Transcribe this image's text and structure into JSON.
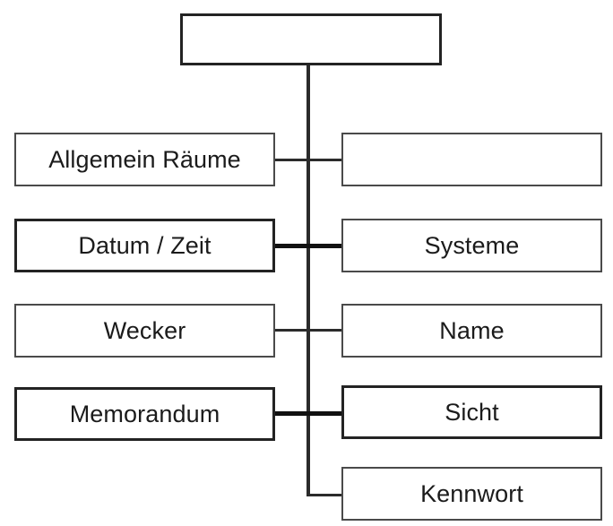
{
  "diagram": {
    "type": "tree-hierarchy",
    "title": "",
    "background_color": "#ffffff",
    "line_color": "#2b2b2b",
    "box_border_color": "#3a3a3a",
    "box_fill_color": "#ffffff",
    "text_color": "#1b1b1b",
    "root": {
      "label": "",
      "name": "root-node"
    },
    "left_column": [
      {
        "label": "Allgemein Räume",
        "name": "node-allgemein-raeume",
        "emphasis": "normal"
      },
      {
        "label": "Datum / Zeit",
        "name": "node-datum-zeit",
        "emphasis": "bold"
      },
      {
        "label": "Wecker",
        "name": "node-wecker",
        "emphasis": "normal"
      },
      {
        "label": "Memorandum",
        "name": "node-memorandum",
        "emphasis": "normal"
      }
    ],
    "right_column": [
      {
        "label": "",
        "name": "node-right-empty",
        "emphasis": "normal"
      },
      {
        "label": "Systeme",
        "name": "node-systeme",
        "emphasis": "normal"
      },
      {
        "label": "Name",
        "name": "node-name",
        "emphasis": "normal"
      },
      {
        "label": "Sicht",
        "name": "node-sicht",
        "emphasis": "bold"
      },
      {
        "label": "Kennwort",
        "name": "node-kennwort",
        "emphasis": "normal"
      }
    ],
    "connectors": [
      {
        "name": "connector-root-trunk",
        "weight": "normal"
      },
      {
        "name": "connector-row-1",
        "weight": "normal"
      },
      {
        "name": "connector-row-2",
        "weight": "bold"
      },
      {
        "name": "connector-row-3",
        "weight": "normal"
      },
      {
        "name": "connector-row-4",
        "weight": "bold"
      },
      {
        "name": "connector-row-5",
        "weight": "normal"
      }
    ]
  }
}
